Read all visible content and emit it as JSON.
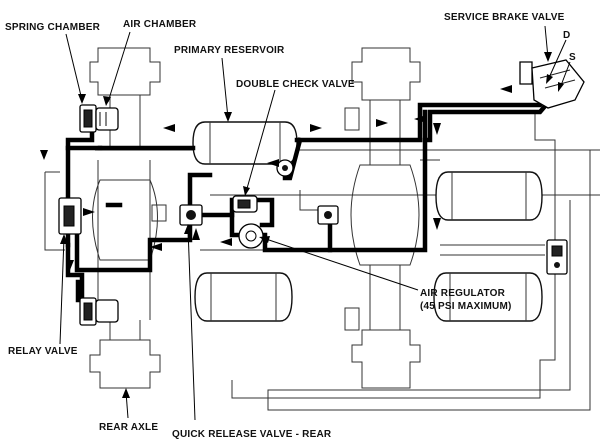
{
  "labels": {
    "spring_chamber": "SPRING CHAMBER",
    "air_chamber": "AIR CHAMBER",
    "primary_reservoir": "PRIMARY RESERVOIR",
    "double_check_valve": "DOUBLE CHECK VALVE",
    "service_brake_valve": "SERVICE BRAKE VALVE",
    "port_d": "D",
    "port_s": "S",
    "air_regulator_line1": "AIR REGULATOR",
    "air_regulator_line2": "(45 PSI MAXIMUM)",
    "relay_valve": "RELAY VALVE",
    "rear_axle": "REAR AXLE",
    "quick_release_valve": "QUICK RELEASE VALVE - REAR"
  }
}
